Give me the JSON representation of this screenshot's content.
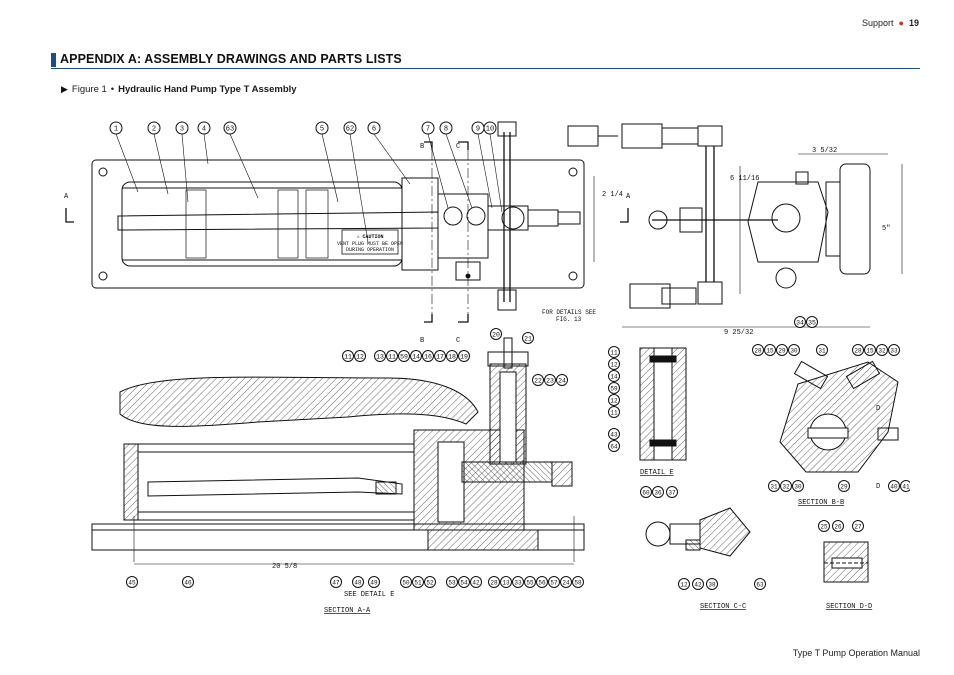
{
  "header": {
    "section": "Support",
    "page_number": "19"
  },
  "page_title": "APPENDIX A: ASSEMBLY DRAWINGS AND PARTS LISTS",
  "figure": {
    "label": "Figure 1",
    "separator": "•",
    "title": "Hydraulic Hand Pump Type T Assembly"
  },
  "drawing": {
    "top_balloons": [
      "1",
      "2",
      "3",
      "4",
      "63",
      "5",
      "62",
      "6",
      "7",
      "8",
      "9",
      "10"
    ],
    "section_marks": {
      "a": "A",
      "b": "B",
      "c": "C",
      "d": "D"
    },
    "dimensions": {
      "width_35_32": "3 5/32",
      "height_2_14": "2 1/4",
      "dim_6_11_16": "6 11/16",
      "dim_5": "5\"",
      "dim_9_25_32": "9 25/32",
      "dim_20_5_8": "20 5/8"
    },
    "caution": {
      "title": "⚠ CAUTION",
      "line1": "VENT PLUG MUST BE OPEN",
      "line2": "DURING OPERATION"
    },
    "fig13_note": {
      "line1": "FOR DETAILS SEE",
      "line2": "FIG. 13"
    },
    "see_detail": "SEE DETAIL E",
    "section_aa": "SECTION A-A",
    "section_bb": "SECTION B-B",
    "section_cc": "SECTION C-C",
    "section_dd": "SECTION D-D",
    "detail_e": "DETAIL E",
    "balloons_aa_top": [
      "11",
      "12",
      "13",
      "11",
      "59",
      "14",
      "16",
      "17",
      "18",
      "19"
    ],
    "balloons_aa_bottom": [
      "45",
      "46",
      "47",
      "48",
      "49",
      "50",
      "51",
      "52",
      "53",
      "54",
      "42",
      "28",
      "13",
      "33",
      "55",
      "56",
      "57",
      "24",
      "58"
    ],
    "balloons_aa_right": [
      "22",
      "23",
      "24"
    ],
    "balloons_mid": [
      "20",
      "21",
      "34",
      "35"
    ],
    "balloons_detail_e": [
      "11",
      "12",
      "14",
      "59",
      "12",
      "11",
      "43",
      "64"
    ],
    "balloons_bb": [
      "28",
      "15",
      "29",
      "30",
      "31",
      "28",
      "15",
      "32",
      "33",
      "31",
      "32",
      "30",
      "29",
      "40",
      "41"
    ],
    "balloons_cc": [
      "60",
      "36",
      "37",
      "12",
      "42",
      "38",
      "63"
    ],
    "balloons_dd": [
      "25",
      "26",
      "27"
    ]
  },
  "footer": {
    "text": "Type T Pump Operation Manual"
  }
}
